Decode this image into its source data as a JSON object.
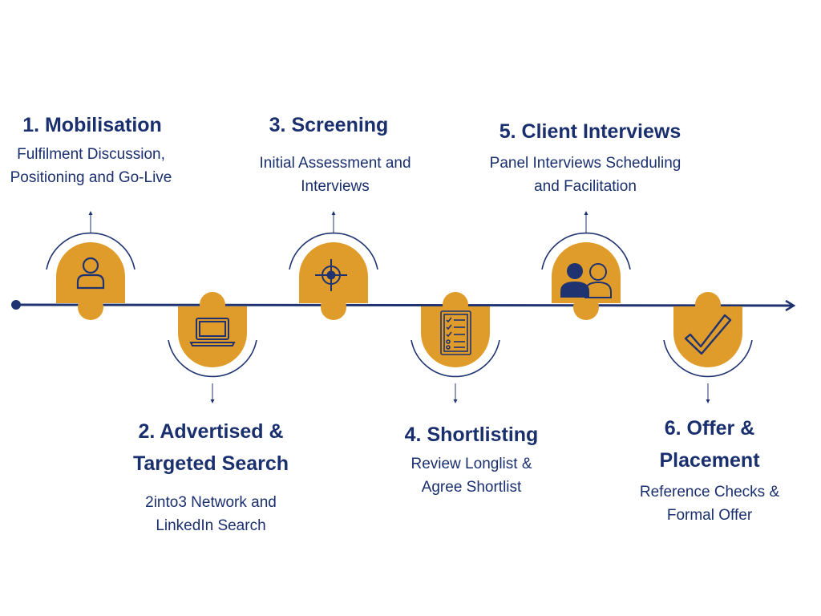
{
  "colors": {
    "navy": "#1f3370",
    "gold": "#e09c2a",
    "text": "#1a2f6e"
  },
  "steps": [
    {
      "title": "1. Mobilisation",
      "desc": "Fulfilment Discussion, Positioning and Go-Live",
      "icon": "person-icon"
    },
    {
      "title": "2. Advertised & Targeted Search",
      "desc": "2into3 Network and LinkedIn Search",
      "icon": "laptop-icon"
    },
    {
      "title": "3. Screening",
      "desc": "Initial Assessment and Interviews",
      "icon": "target-icon"
    },
    {
      "title": "4. Shortlisting",
      "desc": "Review Longlist & Agree Shortlist",
      "icon": "checklist-icon"
    },
    {
      "title": "5. Client Interviews",
      "desc": "Panel Interviews Scheduling and Facilitation",
      "icon": "people-icon"
    },
    {
      "title": "6. Offer & Placement",
      "desc": "Reference Checks & Formal Offer",
      "icon": "checkmark-icon"
    }
  ]
}
